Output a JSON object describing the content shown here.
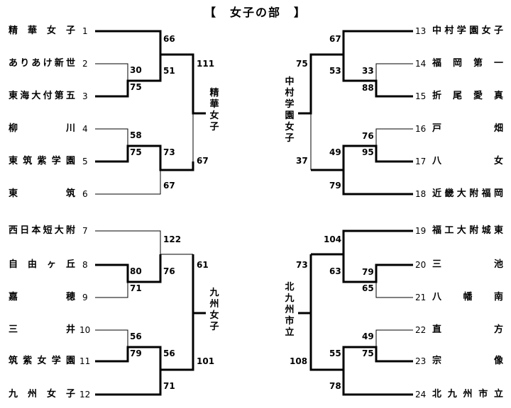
{
  "title": "【　女子の部　】",
  "left_teams": [
    "精華女子",
    "ありあけ新世",
    "東海大付第五",
    "柳　　川",
    "東筑紫学園",
    "東　　筑",
    "西日本短大附",
    "自由ヶ丘",
    "嘉　　穂",
    "三　　井",
    "筑紫女学園",
    "九州女子"
  ],
  "left_seeds": [
    "1",
    "2",
    "3",
    "4",
    "5",
    "6",
    "7",
    "8",
    "9",
    "10",
    "11",
    "12"
  ],
  "right_teams": [
    "中村学園女子",
    "福岡第一",
    "折尾愛真",
    "戸　　畑",
    "八　　女",
    "近畿大附福岡",
    "福工大附城東",
    "三　　池",
    "八幡南",
    "直　　方",
    "宗　　像",
    "北九州市立"
  ],
  "right_seeds": [
    "13",
    "14",
    "15",
    "16",
    "17",
    "18",
    "19",
    "20",
    "21",
    "22",
    "23",
    "24"
  ],
  "scores": {
    "l_r1_a_2": "30",
    "l_r1_a_3": "75",
    "l_r2_a_1": "66",
    "l_r2_a_w": "51",
    "l_r3_a": "111",
    "l_r1_b_4": "58",
    "l_r1_b_5": "75",
    "l_r2_b_w": "73",
    "l_r2_b_6": "67",
    "l_r3_b": "67",
    "l_r1_c_8": "80",
    "l_r1_c_9": "71",
    "l_r2_c_7": "122",
    "l_r2_c_w": "76",
    "l_r3_c": "61",
    "l_r1_d_10": "56",
    "l_r1_d_11": "79",
    "l_r2_d_w": "56",
    "l_r2_d_12": "71",
    "l_r3_d": "101",
    "r_r2_a_13": "67",
    "r_r2_a_w": "53",
    "r_r1_a_14": "33",
    "r_r1_a_15": "88",
    "r_r3_a": "75",
    "r_r1_b_16": "76",
    "r_r1_b_17": "95",
    "r_r2_b_w": "49",
    "r_r2_b_18": "79",
    "r_r3_b": "37",
    "r_r2_c_19": "104",
    "r_r2_c_w": "63",
    "r_r1_c_20": "79",
    "r_r1_c_21": "65",
    "r_r3_c": "73",
    "r_r1_d_22": "49",
    "r_r1_d_23": "75",
    "r_r2_d_w": "55",
    "r_r2_d_24": "78",
    "r_r3_d": "108"
  },
  "block_winners": {
    "left_top": "精華女子",
    "left_bottom": "九州女子",
    "right_top": "中村学園女子",
    "right_bottom": "北九州市立"
  }
}
